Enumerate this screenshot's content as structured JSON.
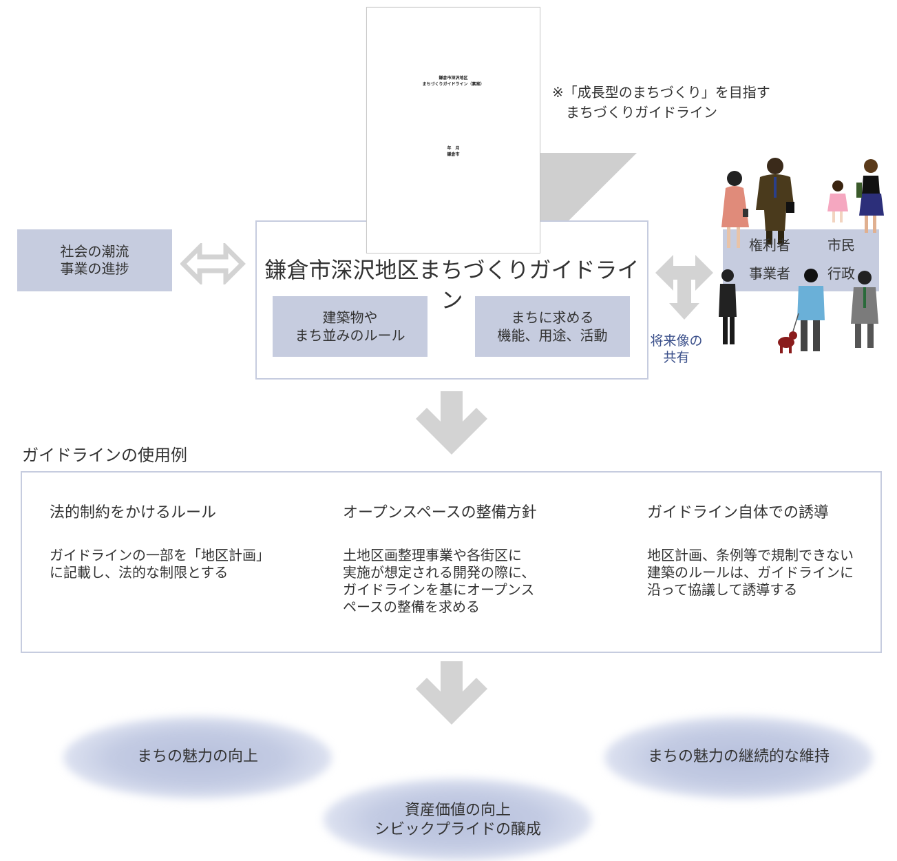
{
  "document": {
    "title_line1": "鎌倉市深沢地区",
    "title_line2": "まちづくりガイドライン（素案）",
    "date_line1": "年　月",
    "date_line2": "鎌倉市"
  },
  "note": "※「成長型のまちづくり」を目指す\n　まちづくりガイドライン",
  "left_box": "社会の潮流\n事業の進捗",
  "main": {
    "title": "鎌倉市深沢地区まちづくりガイドライン",
    "box1": "建築物や\nまち並みのルール",
    "box2": "まちに求める\n機能、用途、活動"
  },
  "stakeholders": [
    "権利者",
    "市民",
    "事業者",
    "行政"
  ],
  "share_label": "将来像の\n共有",
  "usage": {
    "heading": "ガイドラインの使用例",
    "columns": [
      {
        "title": "法的制約をかけるルール",
        "desc": "ガイドラインの一部を「地区計画」\nに記載し、法的な制限とする"
      },
      {
        "title": "オープンスペースの整備方針",
        "desc": "土地区画整理事業や各街区に\n実施が想定される開発の際に、\nガイドラインを基にオープンス\nペースの整備を求める"
      },
      {
        "title": "ガイドライン自体での誘導",
        "desc": "地区計画、条例等で規制できない\n建築のルールは、ガイドラインに\n沿って協議して誘導する"
      }
    ]
  },
  "outcomes": [
    "まちの魅力の向上",
    "資産価値の向上\nシビックプライドの醸成",
    "まちの魅力の継続的な維持"
  ],
  "colors": {
    "box_fill": "#c6ccdf",
    "arrow_gray": "#d3d3d3",
    "share_text": "#3a4f8a"
  }
}
